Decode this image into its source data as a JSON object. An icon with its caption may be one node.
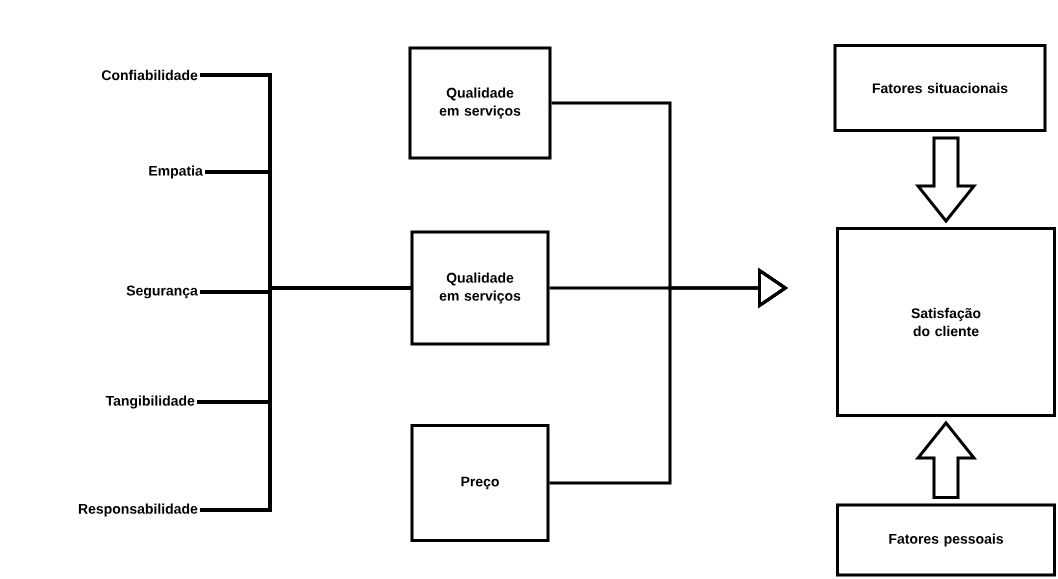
{
  "diagram": {
    "nodes": [
      {
        "text": [
          "Confiabilidade"
        ]
      },
      {
        "text": [
          "Empatia"
        ]
      },
      {
        "text": [
          "Segurança"
        ]
      },
      {
        "text": [
          "Tangibilidade"
        ]
      },
      {
        "text": [
          "Responsabilidade"
        ]
      },
      {
        "text": [
          "Qualidade em serviços"
        ]
      },
      {
        "text": [
          "Qualidade em serviços"
        ]
      },
      {
        "text": [
          "Preço"
        ]
      },
      {
        "text": [
          "Fatores situacionais"
        ]
      },
      {
        "text": [
          "Satisfação do cliente"
        ]
      },
      {
        "text": [
          "Fatores pessoais"
        ]
      }
    ],
    "edges": [
      {
        "from": 0,
        "to": 6,
        "arrow": "none"
      },
      {
        "from": 1,
        "to": 6,
        "arrow": "none"
      },
      {
        "from": 2,
        "to": 6,
        "arrow": "none"
      },
      {
        "from": 3,
        "to": 6,
        "arrow": "none"
      },
      {
        "from": 4,
        "to": 6,
        "arrow": "none"
      },
      {
        "from": 5,
        "to": 9,
        "arrow": "to"
      },
      {
        "from": 6,
        "to": 9,
        "arrow": "to"
      },
      {
        "from": 7,
        "to": 9,
        "arrow": "to"
      },
      {
        "from": 8,
        "to": 9,
        "arrow": "to"
      },
      {
        "from": 10,
        "to": 9,
        "arrow": "to"
      }
    ]
  }
}
